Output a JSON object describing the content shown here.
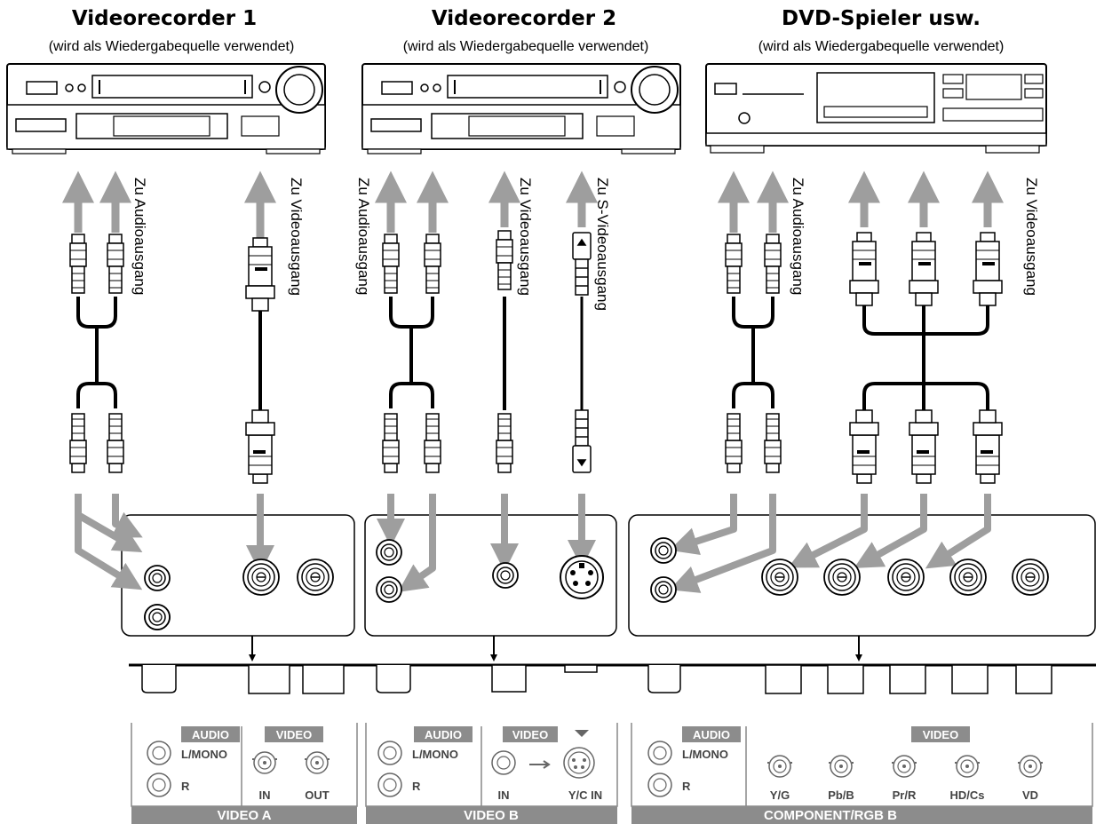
{
  "devices": [
    {
      "title": "Videorecorder 1",
      "subtitle": "(wird als Wiedergabequelle verwendet)"
    },
    {
      "title": "Videorecorder 2",
      "subtitle": "(wird als Wiedergabequelle verwendet)"
    },
    {
      "title": "DVD-Spieler usw.",
      "subtitle": "(wird als Wiedergabequelle verwendet)"
    }
  ],
  "cable_labels": {
    "audio_out": "Zu Audioausgang",
    "video_out": "Zu Videoausgang",
    "svideo_out": "Zu S-Videoausgang"
  },
  "panels": {
    "video_a": {
      "name": "VIDEO A",
      "audio": "AUDIO",
      "lmono": "L/MONO",
      "r": "R",
      "video": "VIDEO",
      "in": "IN",
      "out": "OUT"
    },
    "video_b": {
      "name": "VIDEO B",
      "audio": "AUDIO",
      "lmono": "L/MONO",
      "r": "R",
      "video": "VIDEO",
      "in": "IN",
      "yc_in": "Y/C IN"
    },
    "component": {
      "name": "COMPONENT/RGB B",
      "audio": "AUDIO",
      "lmono": "L/MONO",
      "r": "R",
      "video": "VIDEO",
      "ports": [
        "Y/G",
        "Pb/B",
        "Pr/R",
        "HD/Cs",
        "VD"
      ]
    }
  },
  "colors": {
    "arrow": "#9e9e9e",
    "label_bar": "#8c8c8c",
    "line": "#000000"
  }
}
